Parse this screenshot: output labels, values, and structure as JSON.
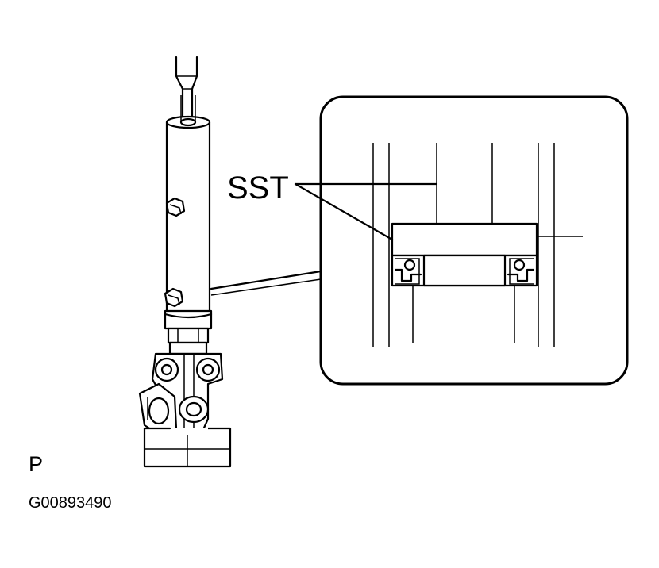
{
  "callout_label": "SST",
  "view_code": "P",
  "figure_id": "G00893490"
}
